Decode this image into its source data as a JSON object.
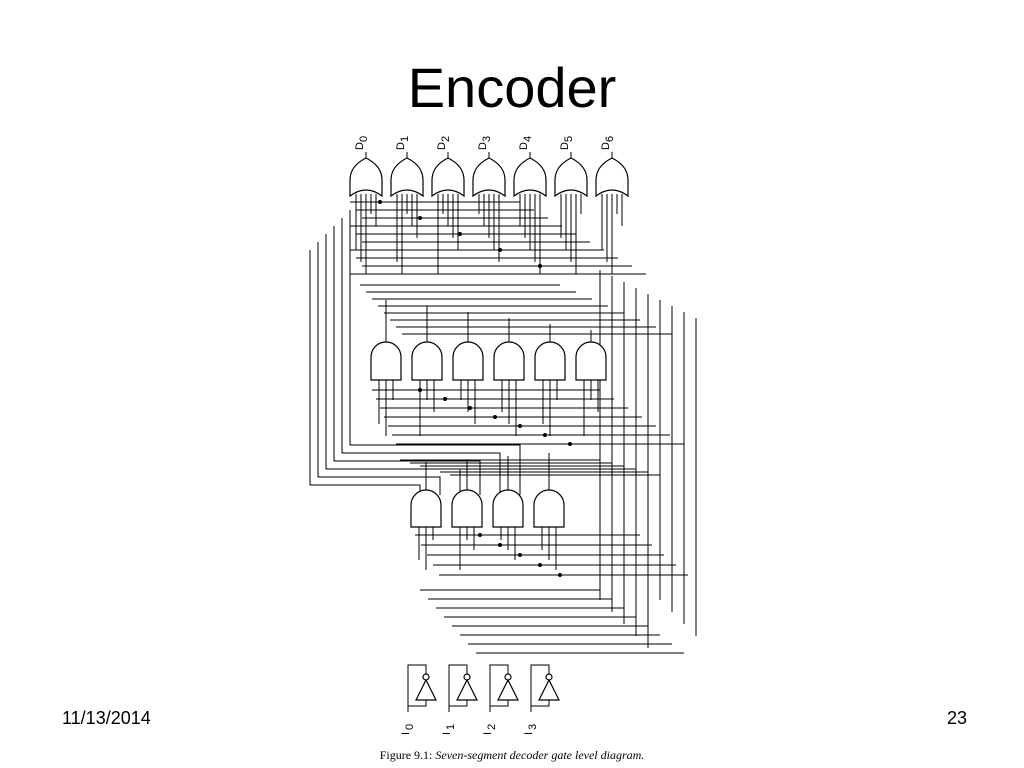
{
  "slide": {
    "title": "Encoder",
    "date": "11/13/2014",
    "page_number": "23"
  },
  "figure": {
    "caption_prefix": "Figure 9.1:",
    "caption_text": "Seven-segment decoder gate level diagram.",
    "outputs": [
      {
        "letter": "D",
        "sub": "0"
      },
      {
        "letter": "D",
        "sub": "1"
      },
      {
        "letter": "D",
        "sub": "2"
      },
      {
        "letter": "D",
        "sub": "3"
      },
      {
        "letter": "D",
        "sub": "4"
      },
      {
        "letter": "D",
        "sub": "5"
      },
      {
        "letter": "D",
        "sub": "6"
      }
    ],
    "inputs": [
      {
        "letter": "I",
        "sub": "0"
      },
      {
        "letter": "I",
        "sub": "1"
      },
      {
        "letter": "I",
        "sub": "2"
      },
      {
        "letter": "I",
        "sub": "3"
      }
    ],
    "gates": {
      "or_count": 7,
      "and_row1_count": 6,
      "and_row2_count": 4,
      "not_count": 4
    }
  }
}
